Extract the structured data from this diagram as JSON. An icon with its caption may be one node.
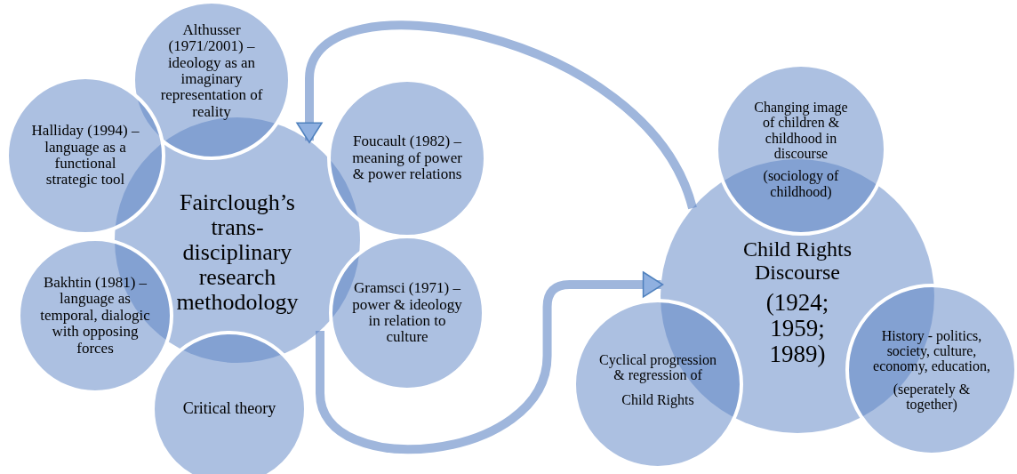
{
  "diagram": {
    "nodes": [
      {
        "text": [
          "Fairclough’s trans-disciplinary research methodology"
        ]
      },
      {
        "text": [
          "Althusser (1971/2001) – ideology as an imaginary representation of reality"
        ]
      },
      {
        "text": [
          "Halliday (1994)  – language as a functional strategic tool"
        ]
      },
      {
        "text": [
          "Foucault (1982) – meaning of power & power relations"
        ]
      },
      {
        "text": [
          "Bakhtin (1981) – language as temporal, dialogic with opposing forces"
        ]
      },
      {
        "text": [
          "Gramsci (1971) – power & ideology in relation to culture"
        ]
      },
      {
        "text": [
          "Critical theory"
        ]
      },
      {
        "text": [
          "Child Rights Discourse",
          "(1924; 1959; 1989)"
        ]
      },
      {
        "text": [
          "Changing image of children & childhood in discourse",
          "(sociology of childhood)"
        ]
      },
      {
        "text": [
          "Cyclical progression & regression of",
          "Child Rights"
        ]
      },
      {
        "text": [
          "History - politics, society, culture, economy, education,",
          "(seperately & together)"
        ]
      }
    ],
    "edges": [
      {
        "from": 7,
        "to": 0,
        "arrow": "to"
      },
      {
        "from": 0,
        "to": 7,
        "arrow": "to"
      }
    ]
  }
}
